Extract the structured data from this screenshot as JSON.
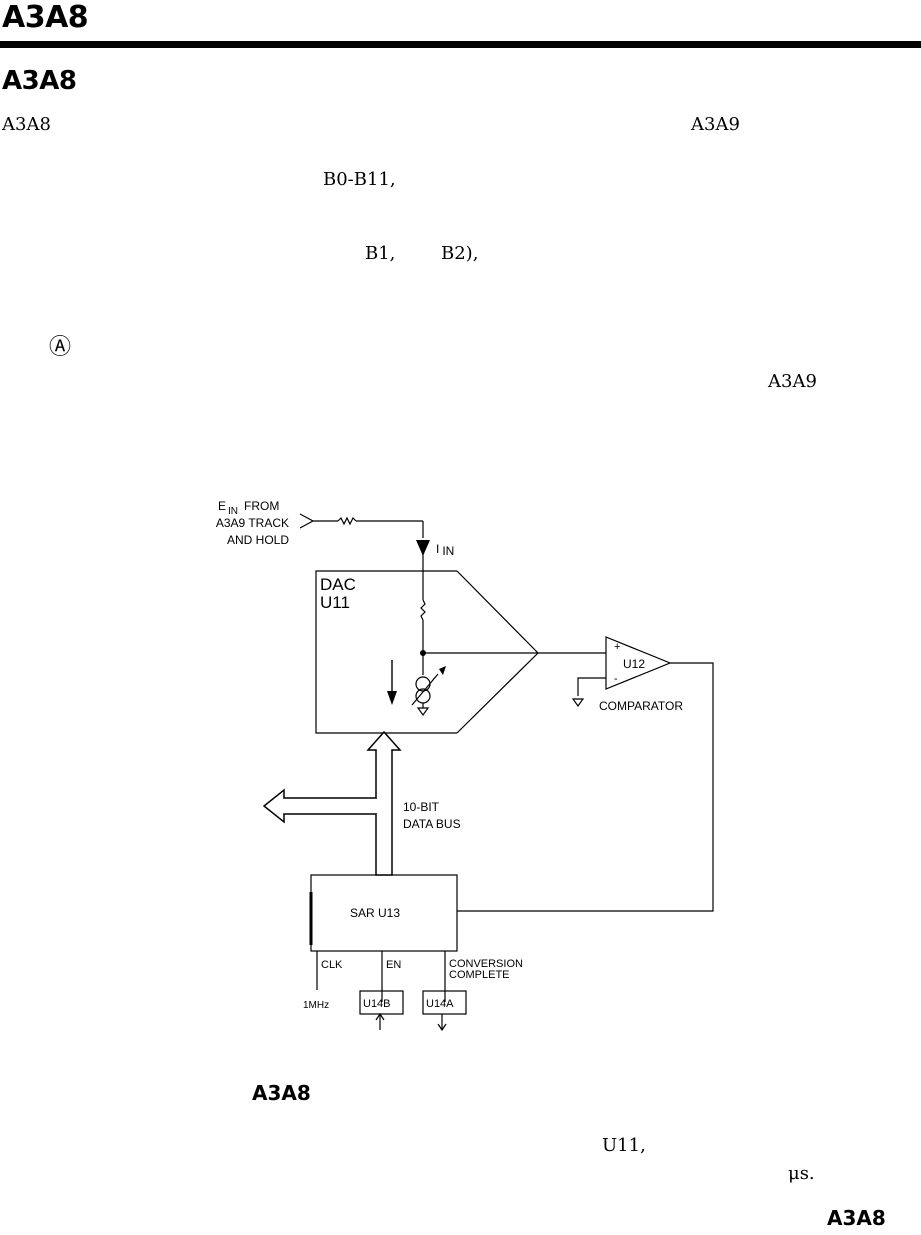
{
  "header": {
    "title": "A3A8"
  },
  "section": {
    "heading": "A3A8"
  },
  "fragments": {
    "p1_start": "A3A8",
    "p1_ref": "A3A9",
    "p2_bits": "B0-B11,",
    "p3_b1": "B1,",
    "p3_b2": "B2),",
    "symbol": "Ⓐ",
    "p5_ref": "A3A9",
    "p6_u11": "U11,",
    "p6_us": "μs."
  },
  "figure": {
    "caption_label": "A3A8",
    "ein_line1_main": "E",
    "ein_line1_sub": "IN",
    "ein_line1_rest": "FROM",
    "ein_line2": "A3A9 TRACK",
    "ein_line3": "AND HOLD",
    "iin_main": "I",
    "iin_sub": "IN",
    "dac_line1": "DAC",
    "dac_line2": "U11",
    "comparator_id": "U12",
    "plus_sign": "+",
    "minus_sign": "-",
    "comparator_label": "COMPARATOR",
    "bus_line1": "10-BIT",
    "bus_line2": "DATA BUS",
    "sar_label": "SAR U13",
    "clk_label": "CLK",
    "en_label": "EN",
    "conv_line1": "CONVERSION",
    "conv_line2": "COMPLETE",
    "freq_label": "1MHz",
    "u14b_label": "U14B",
    "u14a_label": "U14A"
  },
  "footer": {
    "label": "A3A8"
  }
}
